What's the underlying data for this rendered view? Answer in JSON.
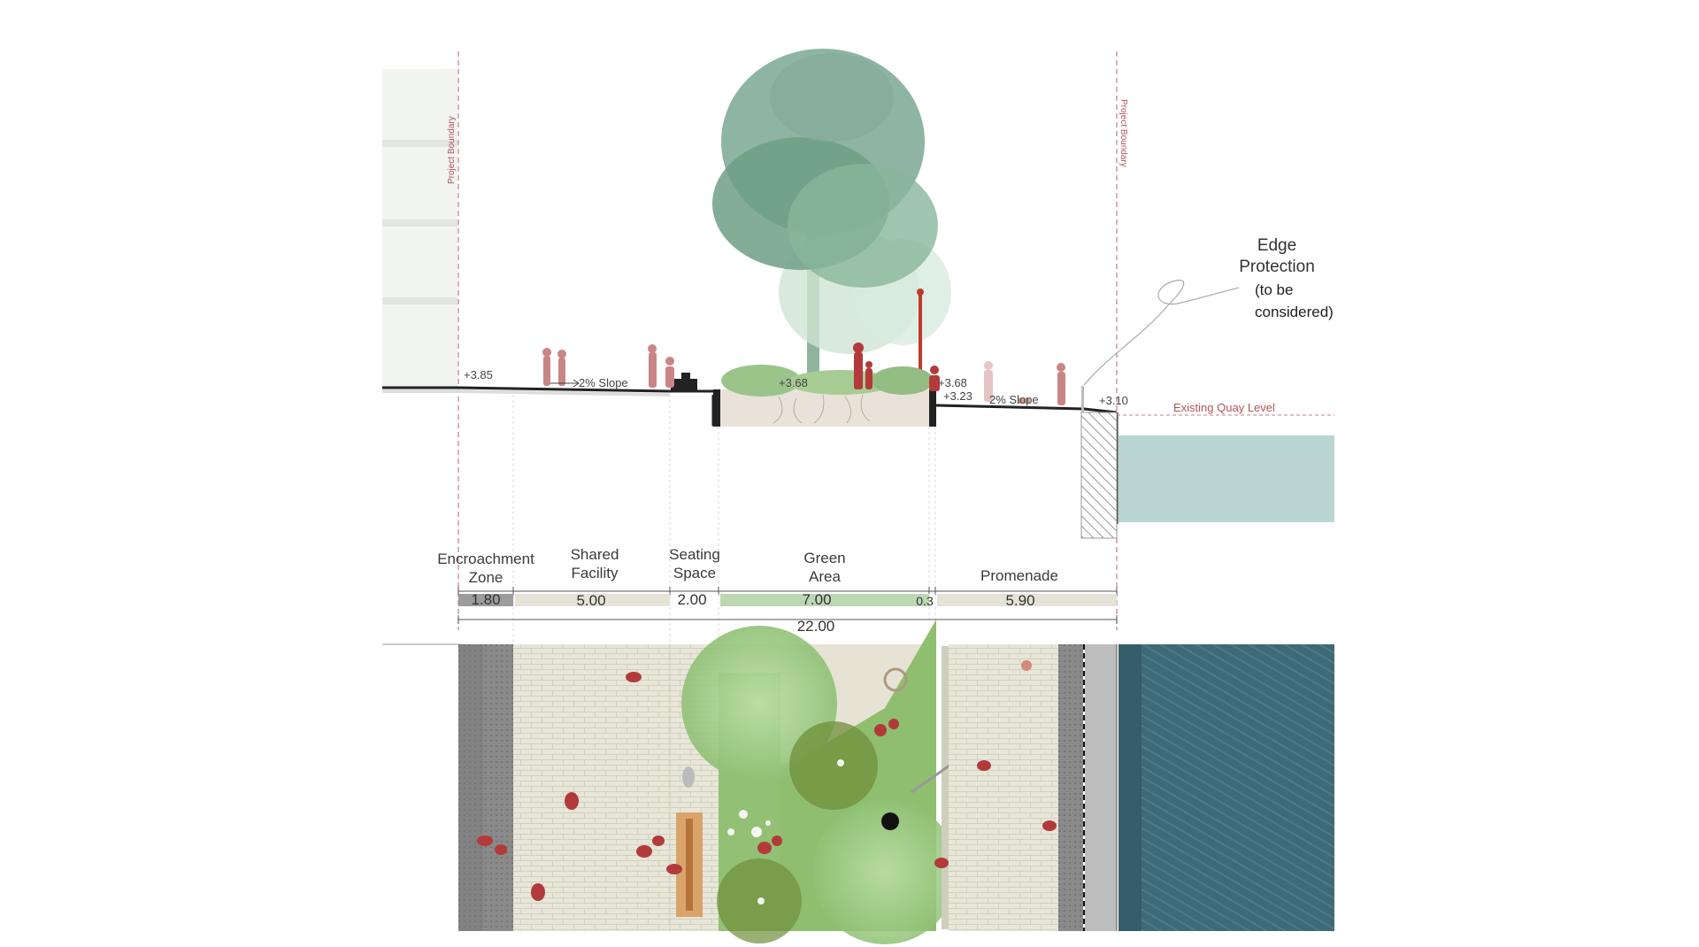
{
  "section": {
    "project_boundary_label": "Project Boundary",
    "levels": {
      "left": "+3.85",
      "green_top": "+3.68",
      "promenade_top": "+3.68",
      "promenade_low": "+3.23",
      "edge": "+3.10"
    },
    "slope_left": "2% Slope",
    "slope_right": "2% Slope",
    "existing_quay_level": "Existing Quay Level",
    "edge_protection": {
      "title_line1": "Edge",
      "title_line2": "Protection",
      "note_line1": "(to be",
      "note_line2": "considered)"
    }
  },
  "zones": [
    {
      "name_line1": "Encroachment",
      "name_line2": "Zone",
      "width": "1.80",
      "color": "#9c9c9c"
    },
    {
      "name_line1": "Shared",
      "name_line2": "Facility",
      "width": "5.00",
      "color": "#e4e3d8"
    },
    {
      "name_line1": "Seating",
      "name_line2": "Space",
      "width": "2.00",
      "color": "#ffffff"
    },
    {
      "name_line1": "Green",
      "name_line2": "Area",
      "width": "7.00",
      "color": "#bcd7b4"
    },
    {
      "name_line1": "",
      "name_line2": "",
      "width": "0.3",
      "color": "#ffffff"
    },
    {
      "name_line1": "Promenade",
      "name_line2": "",
      "width": "5.90",
      "color": "#e4e3d8"
    }
  ],
  "total_width": "22.00",
  "colors": {
    "water_section": "#b9d6d2",
    "water_plan": "#3e6a78",
    "paving": "#e8e6d8",
    "green": "#8fbe6f",
    "tree_foliage": "#6f9f86",
    "people": "#b23a3a",
    "boundary_line": "#c97b80"
  }
}
